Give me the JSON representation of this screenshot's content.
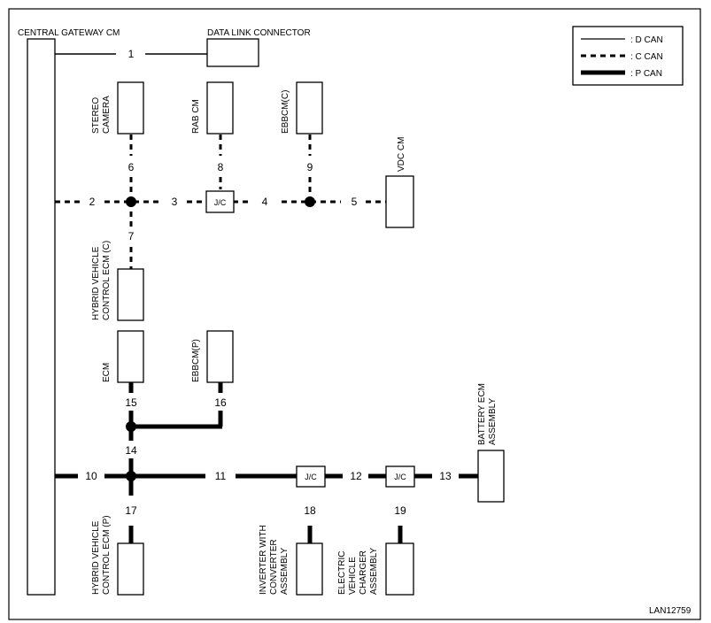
{
  "legend": {
    "d_can": ": D CAN",
    "c_can": ": C CAN",
    "p_can": ": P CAN"
  },
  "modules": {
    "central_gateway": "CENTRAL GATEWAY CM",
    "data_link_connector": "DATA LINK CONNECTOR",
    "stereo_camera": [
      "STEREO",
      "CAMERA"
    ],
    "rab_cm": "RAB CM",
    "ebbcm_c": "EBBCM(C)",
    "vdc_cm": "VDC CM",
    "hv_ecm_c": [
      "HYBRID VEHICLE",
      "CONTROL ECM (C)"
    ],
    "ecm": "ECM",
    "ebbcm_p": "EBBCM(P)",
    "battery_ecm": [
      "BATTERY ECM",
      "ASSEMBLY"
    ],
    "hv_ecm_p": [
      "HYBRID VEHICLE",
      "CONTROL ECM (P)"
    ],
    "inverter": [
      "INVERTER WITH",
      "CONVERTER",
      "ASSEMBLY"
    ],
    "ev_charger": [
      "ELECTRIC",
      "VEHICLE",
      "CHARGER",
      "ASSEMBLY"
    ]
  },
  "junction_label": "J/C",
  "segments": [
    "1",
    "2",
    "3",
    "4",
    "5",
    "6",
    "7",
    "8",
    "9",
    "10",
    "11",
    "12",
    "13",
    "14",
    "15",
    "16",
    "17",
    "18",
    "19"
  ],
  "figure_id": "LAN12759"
}
